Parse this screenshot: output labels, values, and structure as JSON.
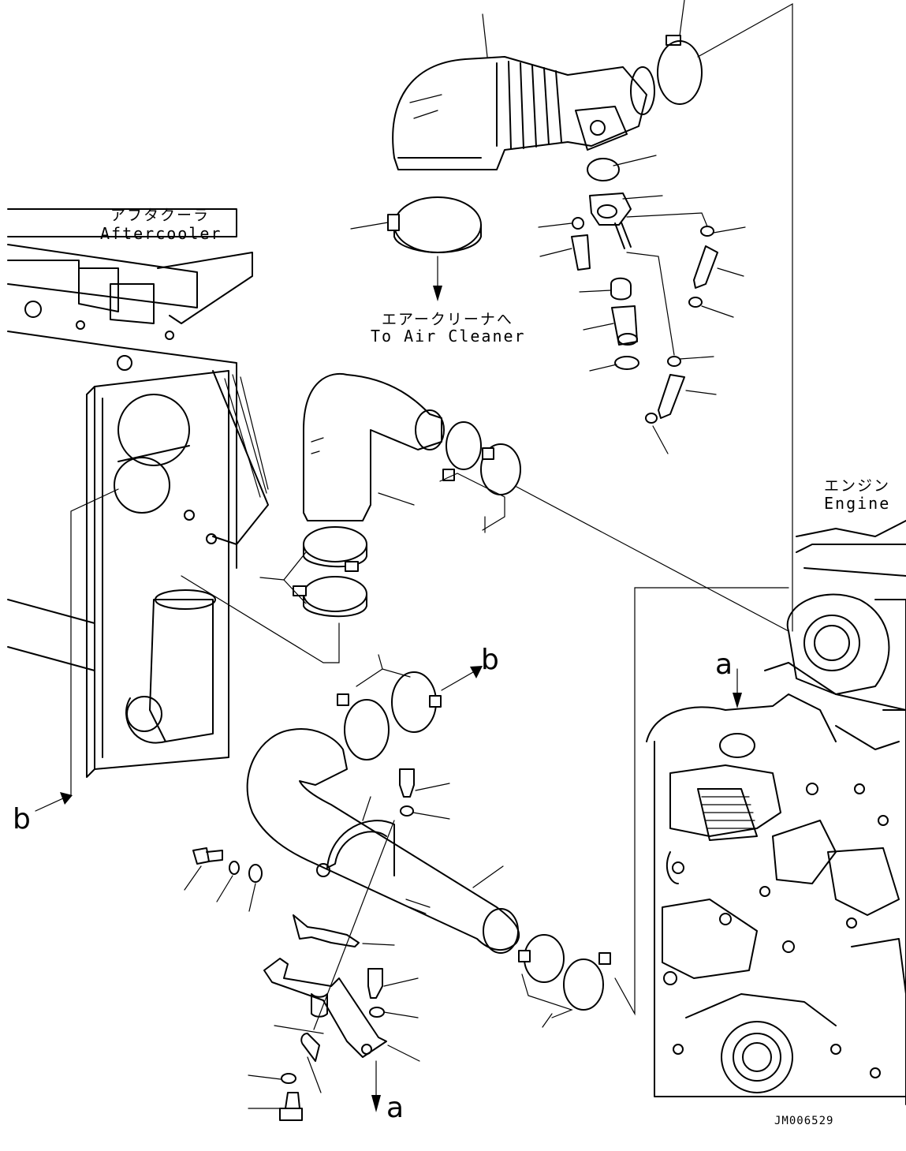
{
  "labels": {
    "aftercooler_jp": "アフタクーラ",
    "aftercooler_en": "Aftercooler",
    "air_cleaner_jp": "エアークリーナへ",
    "air_cleaner_en": "To Air Cleaner",
    "engine_jp": "エンジン",
    "engine_en": "Engine",
    "ref_a_top": "a",
    "ref_a_bottom": "a",
    "ref_b_top": "b",
    "ref_b_left": "b",
    "drawing_code": "JM006529"
  }
}
